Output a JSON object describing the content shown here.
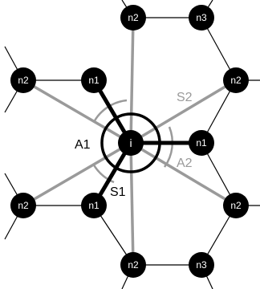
{
  "colors": {
    "node_fill": "#000000",
    "node_text": "#ffffff",
    "thin_edge": "#000000",
    "gray_edge": "#9a9a9a",
    "bold_edge": "#000000",
    "gray_label": "#9a9a9a",
    "black_label": "#000000"
  },
  "center_node": {
    "label": "i"
  },
  "nodes": {
    "n1_left_upper": "n1",
    "n1_right": "n1",
    "n1_left_lower": "n1",
    "n2_top": "n2",
    "n3_top": "n3",
    "n2_left_upper": "n2",
    "n2_right_upper": "n2",
    "n2_left_lower": "n2",
    "n2_right_lower": "n2",
    "n2_bottom": "n2",
    "n3_bottom": "n3"
  },
  "annotations": {
    "A1": "A1",
    "A2": "A2",
    "S1": "S1",
    "S2": "S2"
  }
}
